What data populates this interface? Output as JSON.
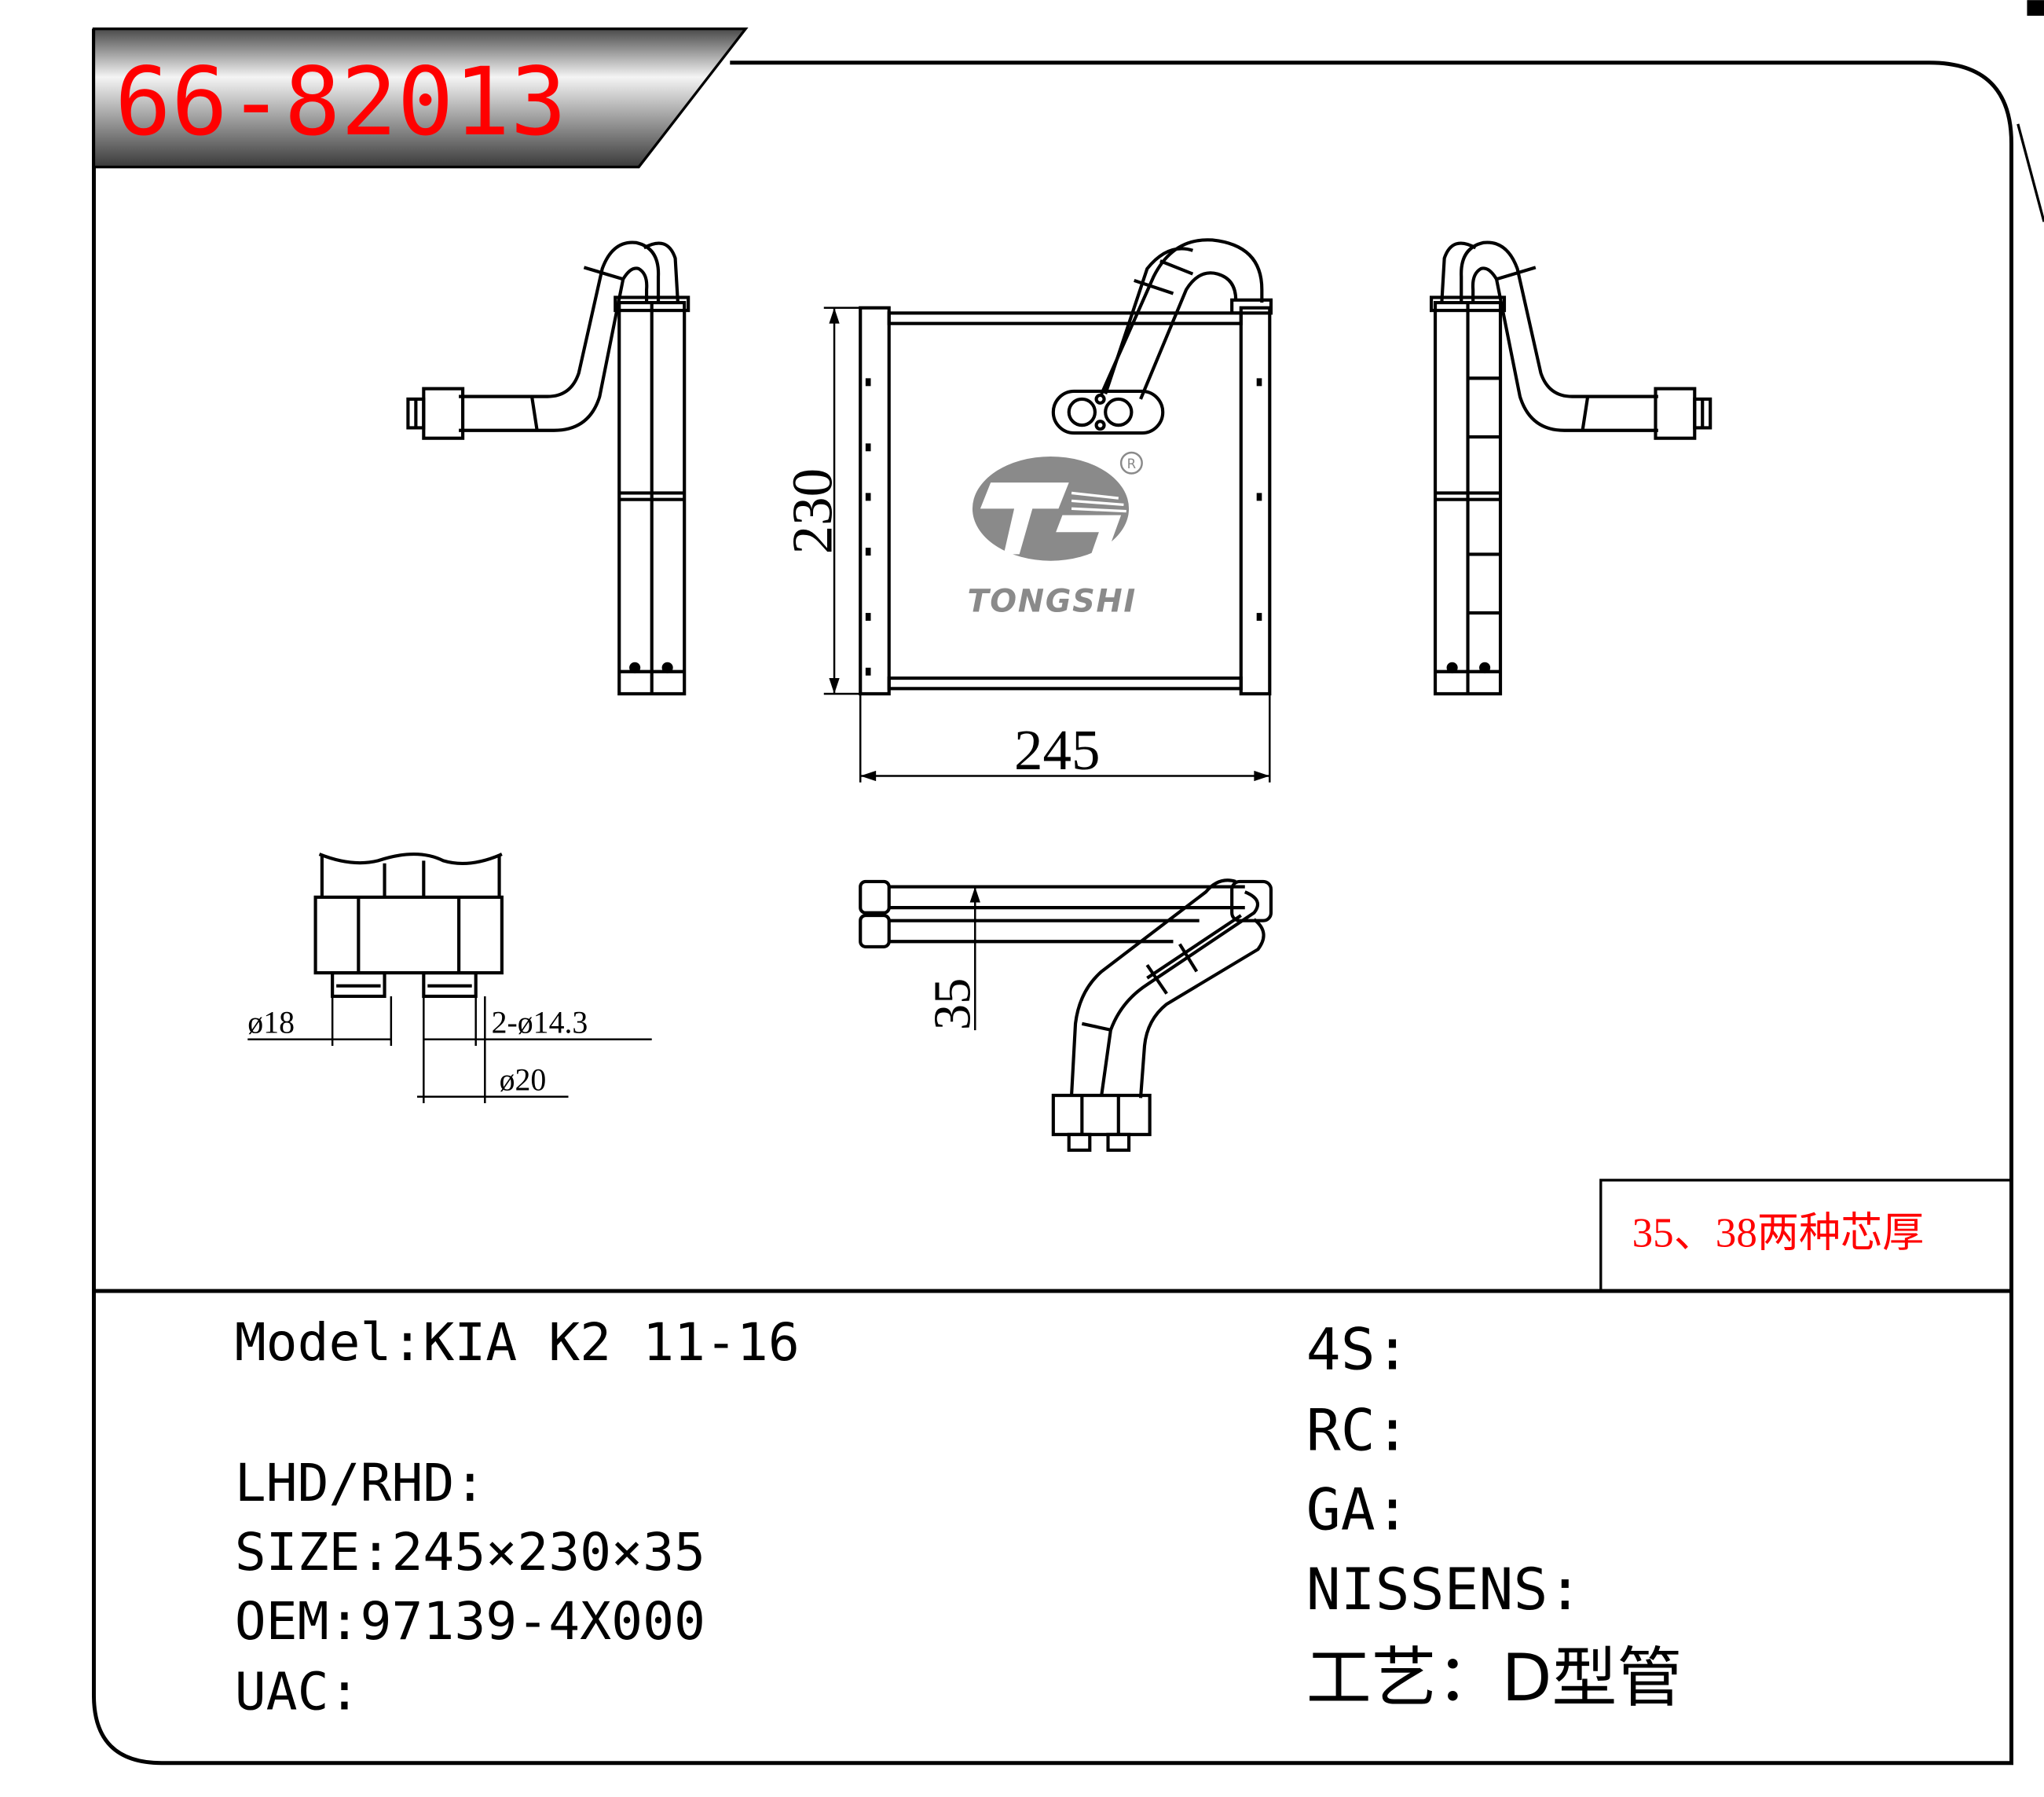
{
  "part_number": "66-82013",
  "dimensions": {
    "height": "230",
    "width": "245",
    "thickness": "35",
    "flange_left_diameter": "ø18",
    "flange_holes": "2-ø14.3",
    "flange_right_diameter": "ø20"
  },
  "brand": {
    "name": "TONGSHI",
    "registered_mark": "R"
  },
  "note": "35、38两种芯厚",
  "specs_left": [
    {
      "label": "Model:",
      "value": "KIA K2 11-16"
    },
    {
      "label": "LHD/RHD:",
      "value": ""
    },
    {
      "label": "SIZE:",
      "value": "245×230×35"
    },
    {
      "label": "OEM:",
      "value": "97139-4X000"
    },
    {
      "label": "UAC:",
      "value": ""
    }
  ],
  "specs_right": [
    {
      "label": "4S:",
      "value": ""
    },
    {
      "label": "RC:",
      "value": ""
    },
    {
      "label": "GA:",
      "value": ""
    },
    {
      "label": "NISSENS:",
      "value": ""
    },
    {
      "label": "工艺：",
      "value": "D型管"
    }
  ],
  "colors": {
    "part_number": "#ff0000",
    "note": "#ff0000",
    "line": "#000000",
    "logo": "#8a8a8a"
  }
}
